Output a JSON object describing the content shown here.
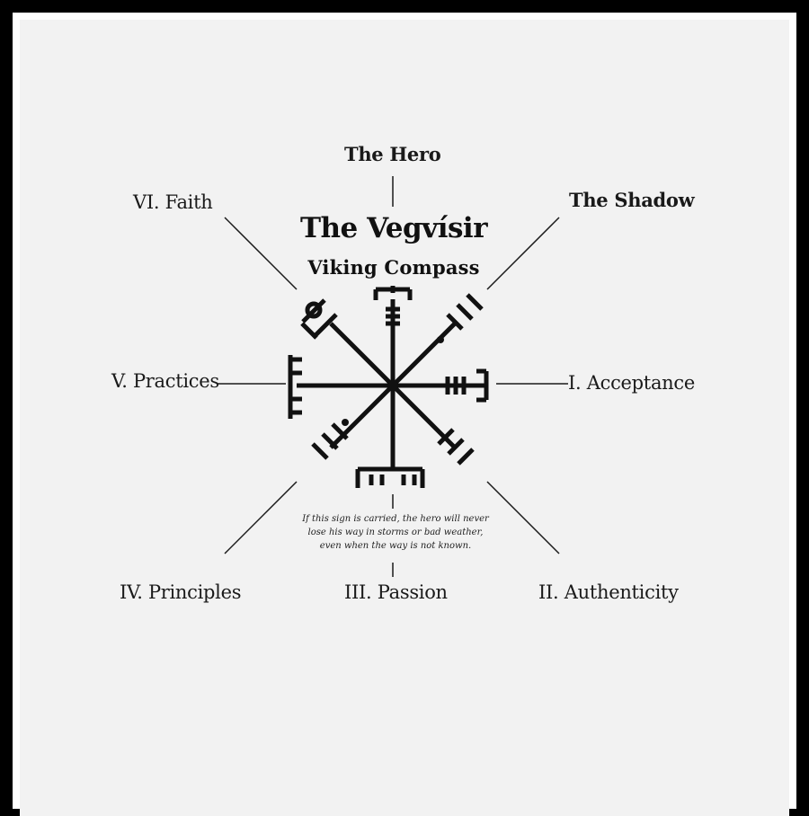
{
  "title": "The Vegvísir",
  "subtitle": "Viking Compass",
  "labels": {
    "top": "The Hero",
    "top_left": "VI. Faith",
    "top_right": "The Shadow",
    "left": "V. Practices",
    "right": "I. Acceptance",
    "bottom_left": "IV. Principles",
    "bottom": "III. Passion",
    "bottom_right": "II. Authenticity"
  },
  "quote": {
    "line1": "If this sign is carried, the hero will never",
    "line2": "lose his way in storms or bad weather,",
    "line3": "even when the way is not known."
  },
  "colors": {
    "ink": "#111111",
    "background": "#f2f2f2",
    "frame": "#000000"
  }
}
